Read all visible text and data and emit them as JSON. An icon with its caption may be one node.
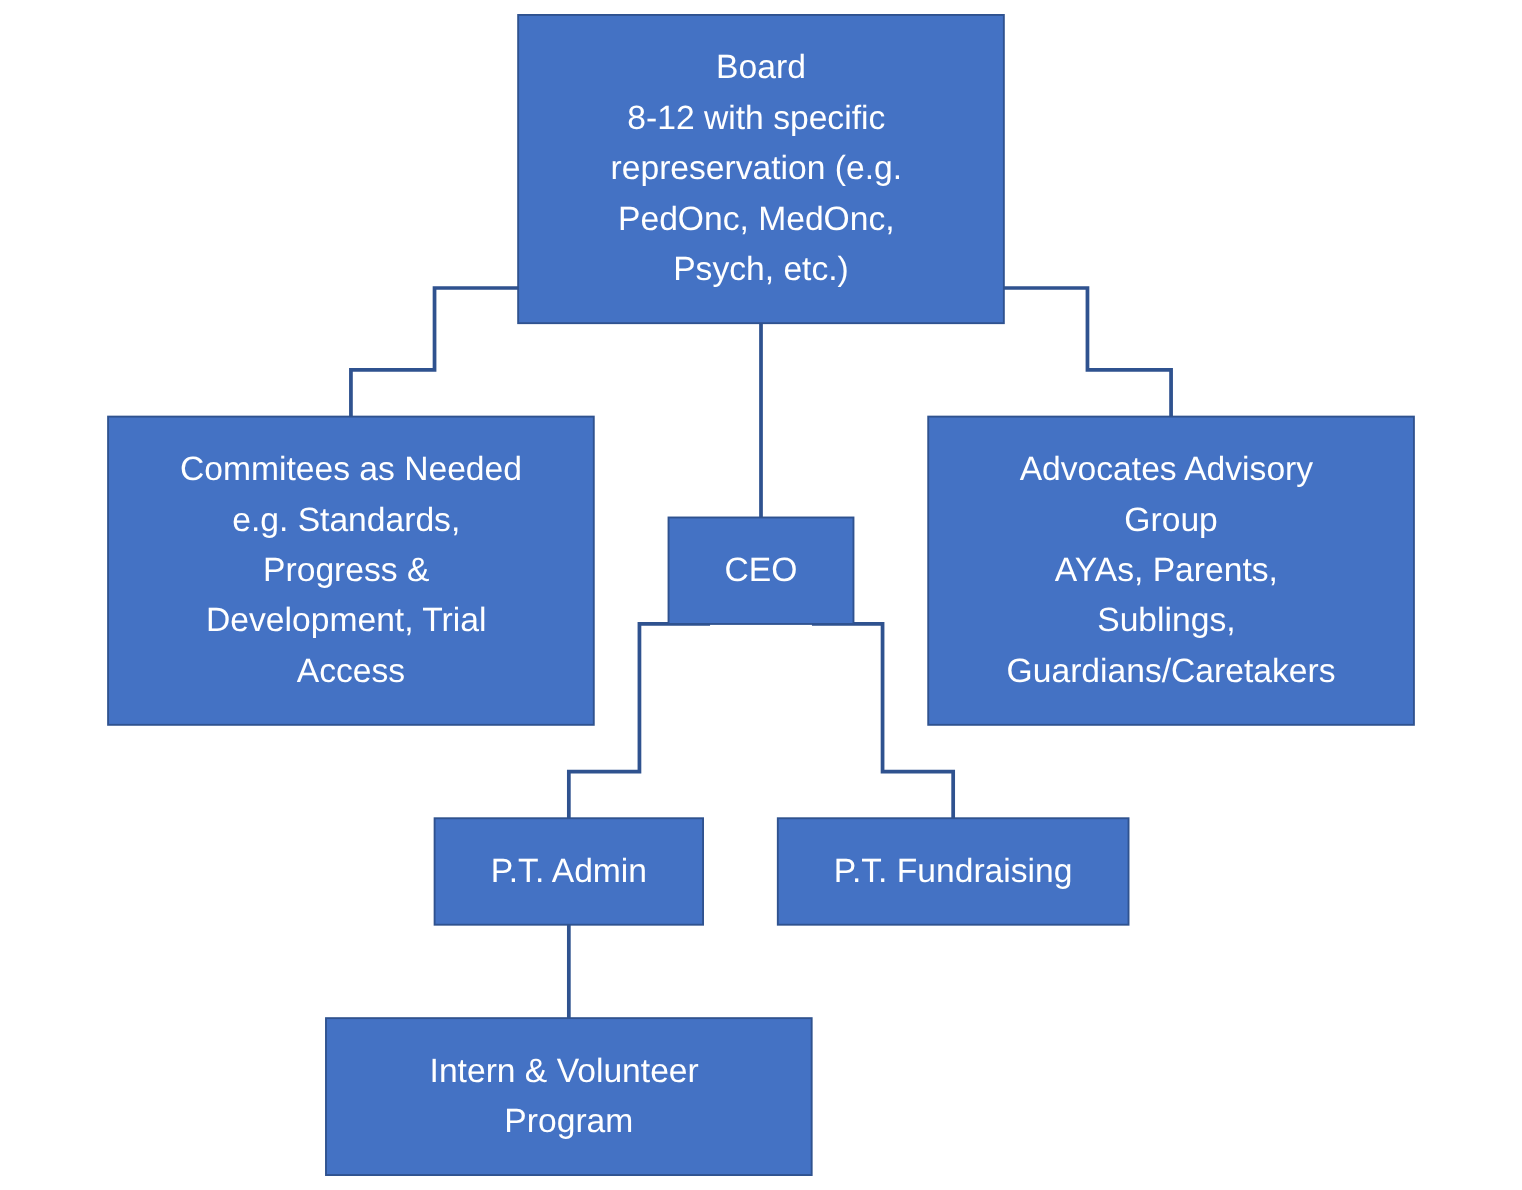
{
  "diagram": {
    "nodes": [
      {
        "text": [
          "Board",
          "8-12 with specific represervation (e.g. PedOnc, MedOnc, Psych, etc.)"
        ]
      },
      {
        "text": [
          "Commitees as Needed",
          "e.g. Standards, Progress & Development, Trial Access"
        ]
      },
      {
        "text": [
          "CEO"
        ]
      },
      {
        "text": [
          "Advocates Advisory Group",
          "AYAs, Parents, Sublings, Guardians/Caretakers"
        ]
      },
      {
        "text": [
          "P.T. Admin"
        ]
      },
      {
        "text": [
          "P.T. Fundraising"
        ]
      },
      {
        "text": [
          "Intern & Volunteer Program"
        ]
      }
    ],
    "edges": [
      {
        "from": 0,
        "to": 1,
        "arrow": "none"
      },
      {
        "from": 0,
        "to": 2,
        "arrow": "none"
      },
      {
        "from": 0,
        "to": 3,
        "arrow": "none"
      },
      {
        "from": 2,
        "to": 4,
        "arrow": "none"
      },
      {
        "from": 2,
        "to": 5,
        "arrow": "none"
      },
      {
        "from": 4,
        "to": 6,
        "arrow": "none"
      }
    ]
  }
}
